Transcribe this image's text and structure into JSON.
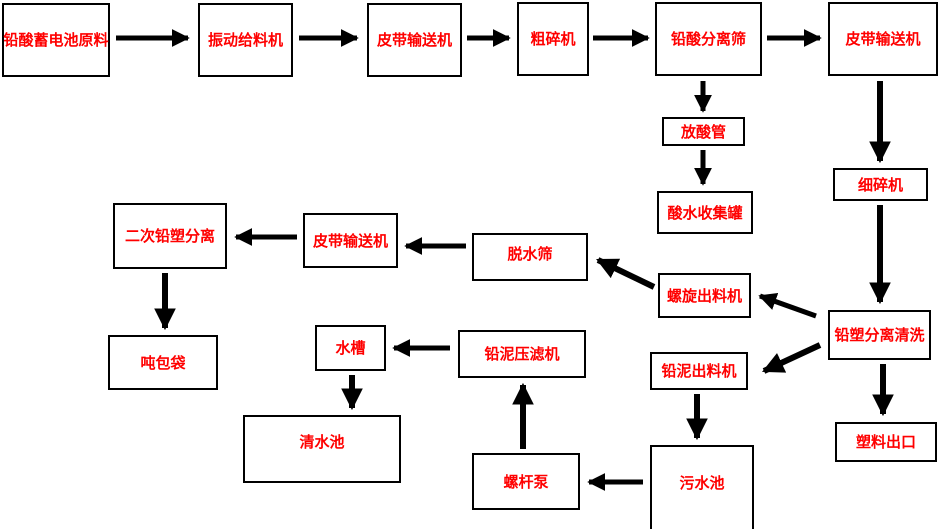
{
  "diagram": {
    "type": "process-flowchart",
    "text_color": "#ff0000",
    "box_border_color": "#000000",
    "arrow_color": "#000000",
    "background_color": "#ffffff",
    "nodes": {
      "raw_material": "铅酸蓄电池原料",
      "vibrating_feeder": "振动给料机",
      "belt_conveyor_1": "皮带输送机",
      "coarse_crusher": "粗碎机",
      "lead_acid_separation_screen": "铅酸分离筛",
      "belt_conveyor_2": "皮带输送机",
      "acid_discharge_pipe": "放酸管",
      "acid_water_collection_tank": "酸水收集罐",
      "fine_crusher": "细碎机",
      "secondary_lead_plastic_separation": "二次铅塑分离",
      "belt_conveyor_3": "皮带输送机",
      "dewatering_screen": "脱水筛",
      "screw_discharger": "螺旋出料机",
      "lead_plastic_separation_washing": "铅塑分离清洗",
      "ton_bag": "吨包袋",
      "water_tank": "水槽",
      "lead_sludge_filter_press": "铅泥压滤机",
      "lead_sludge_discharger": "铅泥出料机",
      "clear_water_pool": "清水池",
      "screw_pump": "螺杆泵",
      "sewage_pool": "污水池",
      "plastic_outlet": "塑料出口"
    },
    "edges": [
      {
        "from": "raw_material",
        "to": "vibrating_feeder"
      },
      {
        "from": "vibrating_feeder",
        "to": "belt_conveyor_1"
      },
      {
        "from": "belt_conveyor_1",
        "to": "coarse_crusher"
      },
      {
        "from": "coarse_crusher",
        "to": "lead_acid_separation_screen"
      },
      {
        "from": "lead_acid_separation_screen",
        "to": "belt_conveyor_2"
      },
      {
        "from": "lead_acid_separation_screen",
        "to": "acid_discharge_pipe"
      },
      {
        "from": "acid_discharge_pipe",
        "to": "acid_water_collection_tank"
      },
      {
        "from": "belt_conveyor_2",
        "to": "fine_crusher"
      },
      {
        "from": "fine_crusher",
        "to": "lead_plastic_separation_washing"
      },
      {
        "from": "lead_plastic_separation_washing",
        "to": "screw_discharger"
      },
      {
        "from": "screw_discharger",
        "to": "dewatering_screen"
      },
      {
        "from": "dewatering_screen",
        "to": "belt_conveyor_3"
      },
      {
        "from": "belt_conveyor_3",
        "to": "secondary_lead_plastic_separation"
      },
      {
        "from": "secondary_lead_plastic_separation",
        "to": "ton_bag"
      },
      {
        "from": "lead_plastic_separation_washing",
        "to": "lead_sludge_discharger"
      },
      {
        "from": "lead_plastic_separation_washing",
        "to": "plastic_outlet"
      },
      {
        "from": "lead_sludge_discharger",
        "to": "sewage_pool"
      },
      {
        "from": "sewage_pool",
        "to": "screw_pump"
      },
      {
        "from": "screw_pump",
        "to": "lead_sludge_filter_press"
      },
      {
        "from": "lead_sludge_filter_press",
        "to": "water_tank"
      },
      {
        "from": "water_tank",
        "to": "clear_water_pool"
      }
    ]
  }
}
